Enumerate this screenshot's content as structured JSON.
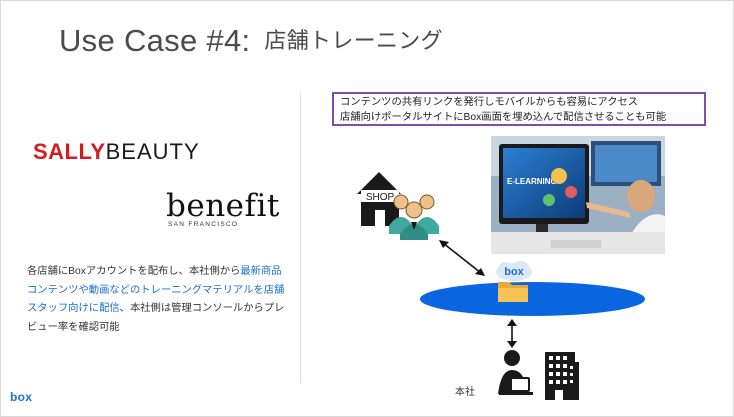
{
  "slide": {
    "title_en": "Use Case #4:",
    "title_jp": "店舗トレーニング",
    "logos": {
      "sally_part1": "SALLY",
      "sally_part2": "BEAUTY",
      "benefit_word": "benefit",
      "benefit_sub": "SAN FRANCISCO"
    },
    "description": {
      "part1": "各店舗にBoxアカウントを配布し、本社側から",
      "part2_highlight": "最新商品コンテンツや動画などのトレーニングマテリアルを店舗スタッフ向けに配信",
      "part3": "、本社側は管理コンソールからプレビュー率を確認可能"
    },
    "callout": {
      "line1": "コンテンツの共有リンクを発行しモバイルからも容易にアクセス",
      "line2": "店舗向けポータルサイトにBox画面を埋め込んで配信させることも可能"
    },
    "diagram": {
      "shop_label": "SHOP",
      "box_label": "box",
      "hq_label": "本社",
      "screen_text": "E-LEARNING"
    },
    "footer_logo": "box",
    "colors": {
      "title": "#4b4b4b",
      "highlight": "#1a6fd0",
      "callout_border": "#7b4fb1",
      "platform": "#0a66e0",
      "sally_red": "#d71920",
      "box_blue": "#1f6fd6"
    }
  }
}
